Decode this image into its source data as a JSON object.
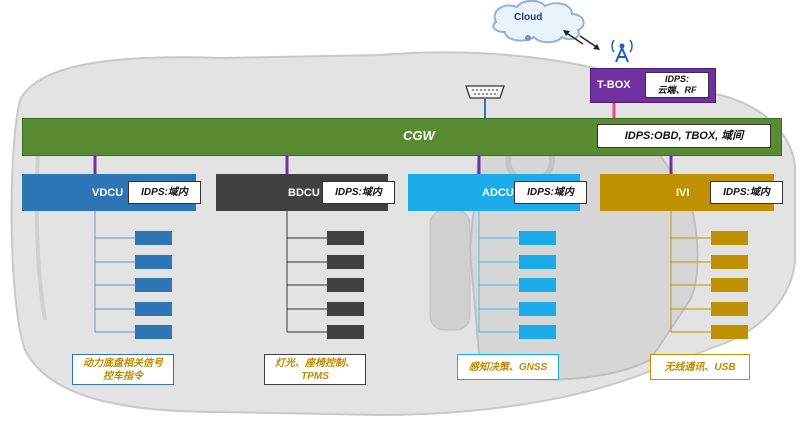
{
  "cloud": {
    "label": "Cloud"
  },
  "tbox": {
    "label": "T-BOX",
    "note": "IDPS:\n云端、RF"
  },
  "cgw": {
    "label": "CGW",
    "note": "IDPS:OBD, TBOX, 域间"
  },
  "ecus": [
    {
      "id": "vdcu",
      "label": "VDCU",
      "note": "IDPS:域内",
      "func": "动力底盘相关信号\n控车指令",
      "color": "#2e75b6",
      "text_color": "#c08a00"
    },
    {
      "id": "bdcu",
      "label": "BDCU",
      "note": "IDPS:域内",
      "func": "灯光、座椅控制、\nTPMS",
      "color": "#404040",
      "text_color": "#c08a00"
    },
    {
      "id": "adcu",
      "label": "ADCU",
      "note": "IDPS:域内",
      "func": "感知决策、GNSS",
      "color": "#1aabe8",
      "text_color": "#c08a00"
    },
    {
      "id": "ivi",
      "label": "IVI",
      "note": "IDPS:域内",
      "func": "无线通讯、USB",
      "color": "#bf9000",
      "text_color": "#c08a00"
    }
  ],
  "colors": {
    "bus_link": "#7030a0",
    "tbox_link": "#e8478b",
    "cgw": "#5a8a32",
    "tbox": "#7030a0"
  }
}
